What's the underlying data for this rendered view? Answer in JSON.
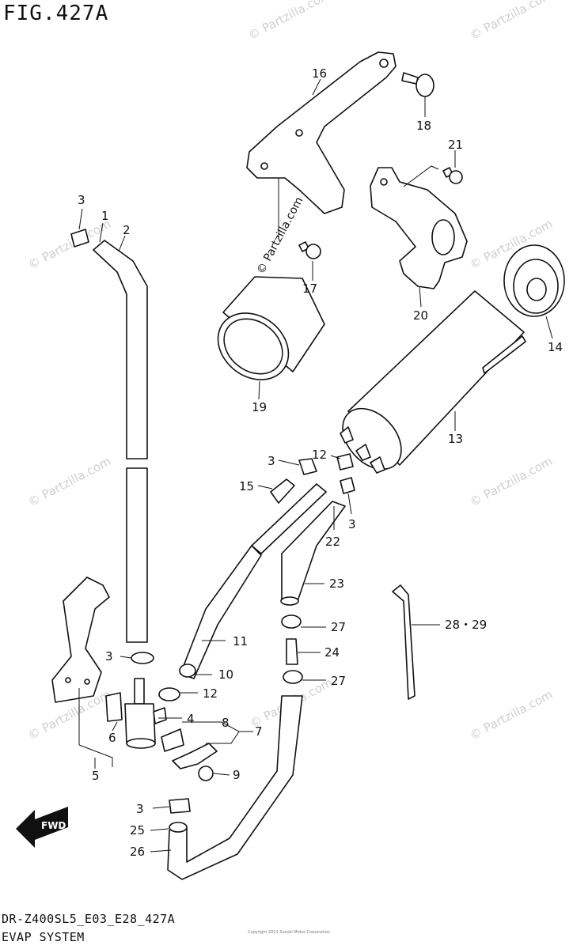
{
  "header": {
    "figure_id": "FIG.427A"
  },
  "footer": {
    "model_code": "DR-Z400SL5_E03_E28_427A",
    "section_name": "EVAP SYSTEM",
    "copyright": "Copyright 2021 Suzuki Motor Corporation"
  },
  "watermark": {
    "text": "© Partzilla.com",
    "color": "#cfcfcf"
  },
  "direction_badge": {
    "label": "FWD"
  },
  "callouts": [
    "1",
    "2",
    "3",
    "3",
    "3",
    "3",
    "3",
    "4",
    "5",
    "6",
    "7",
    "8",
    "9",
    "10",
    "11",
    "12",
    "12",
    "13",
    "14",
    "15",
    "16",
    "17",
    "18",
    "19",
    "20",
    "21",
    "22",
    "23",
    "24",
    "25",
    "26",
    "27",
    "27",
    "28・29"
  ]
}
